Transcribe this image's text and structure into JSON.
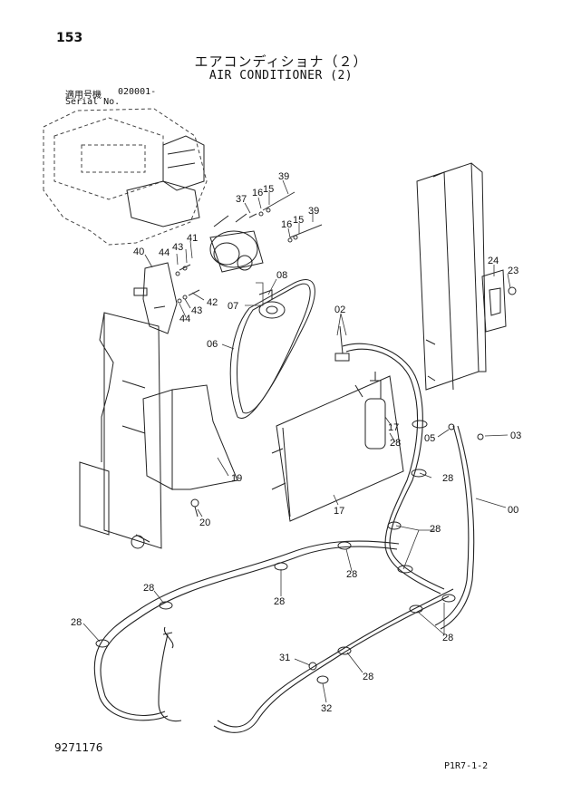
{
  "header": {
    "page_number": "153",
    "title_jp": "エアコンディショナ（２）",
    "title_en": "AIR CONDITIONER (2)",
    "serial_label_jp": "適用号機",
    "serial_value": "020001-",
    "serial_label_en": "Serial No."
  },
  "footer": {
    "figure_number": "9271176",
    "page_code": "P1R7-1-2"
  },
  "callouts": [
    {
      "id": "c39a",
      "label": "39"
    },
    {
      "id": "c16a",
      "label": "16"
    },
    {
      "id": "c15a",
      "label": "15"
    },
    {
      "id": "c37",
      "label": "37"
    },
    {
      "id": "c39b",
      "label": "39"
    },
    {
      "id": "c16b",
      "label": "16"
    },
    {
      "id": "c15b",
      "label": "15"
    },
    {
      "id": "c40",
      "label": "40"
    },
    {
      "id": "c44a",
      "label": "44"
    },
    {
      "id": "c43a",
      "label": "43"
    },
    {
      "id": "c41",
      "label": "41"
    },
    {
      "id": "c08",
      "label": "08"
    },
    {
      "id": "c07",
      "label": "07"
    },
    {
      "id": "c42",
      "label": "42"
    },
    {
      "id": "c43b",
      "label": "43"
    },
    {
      "id": "c44b",
      "label": "44"
    },
    {
      "id": "c06",
      "label": "06"
    },
    {
      "id": "c02",
      "label": "02"
    },
    {
      "id": "c24",
      "label": "24"
    },
    {
      "id": "c23",
      "label": "23"
    },
    {
      "id": "c17a",
      "label": "17"
    },
    {
      "id": "c28a",
      "label": "28"
    },
    {
      "id": "c05",
      "label": "05"
    },
    {
      "id": "c03",
      "label": "03"
    },
    {
      "id": "c19",
      "label": "19"
    },
    {
      "id": "c28b",
      "label": "28"
    },
    {
      "id": "c20",
      "label": "20"
    },
    {
      "id": "c17b",
      "label": "17"
    },
    {
      "id": "c00",
      "label": "00"
    },
    {
      "id": "c28c",
      "label": "28"
    },
    {
      "id": "c28d",
      "label": "28"
    },
    {
      "id": "c28e",
      "label": "28"
    },
    {
      "id": "c28f",
      "label": "28"
    },
    {
      "id": "c28g",
      "label": "28"
    },
    {
      "id": "c28h",
      "label": "28"
    },
    {
      "id": "c31",
      "label": "31"
    },
    {
      "id": "c28i",
      "label": "28"
    },
    {
      "id": "c32",
      "label": "32"
    }
  ]
}
